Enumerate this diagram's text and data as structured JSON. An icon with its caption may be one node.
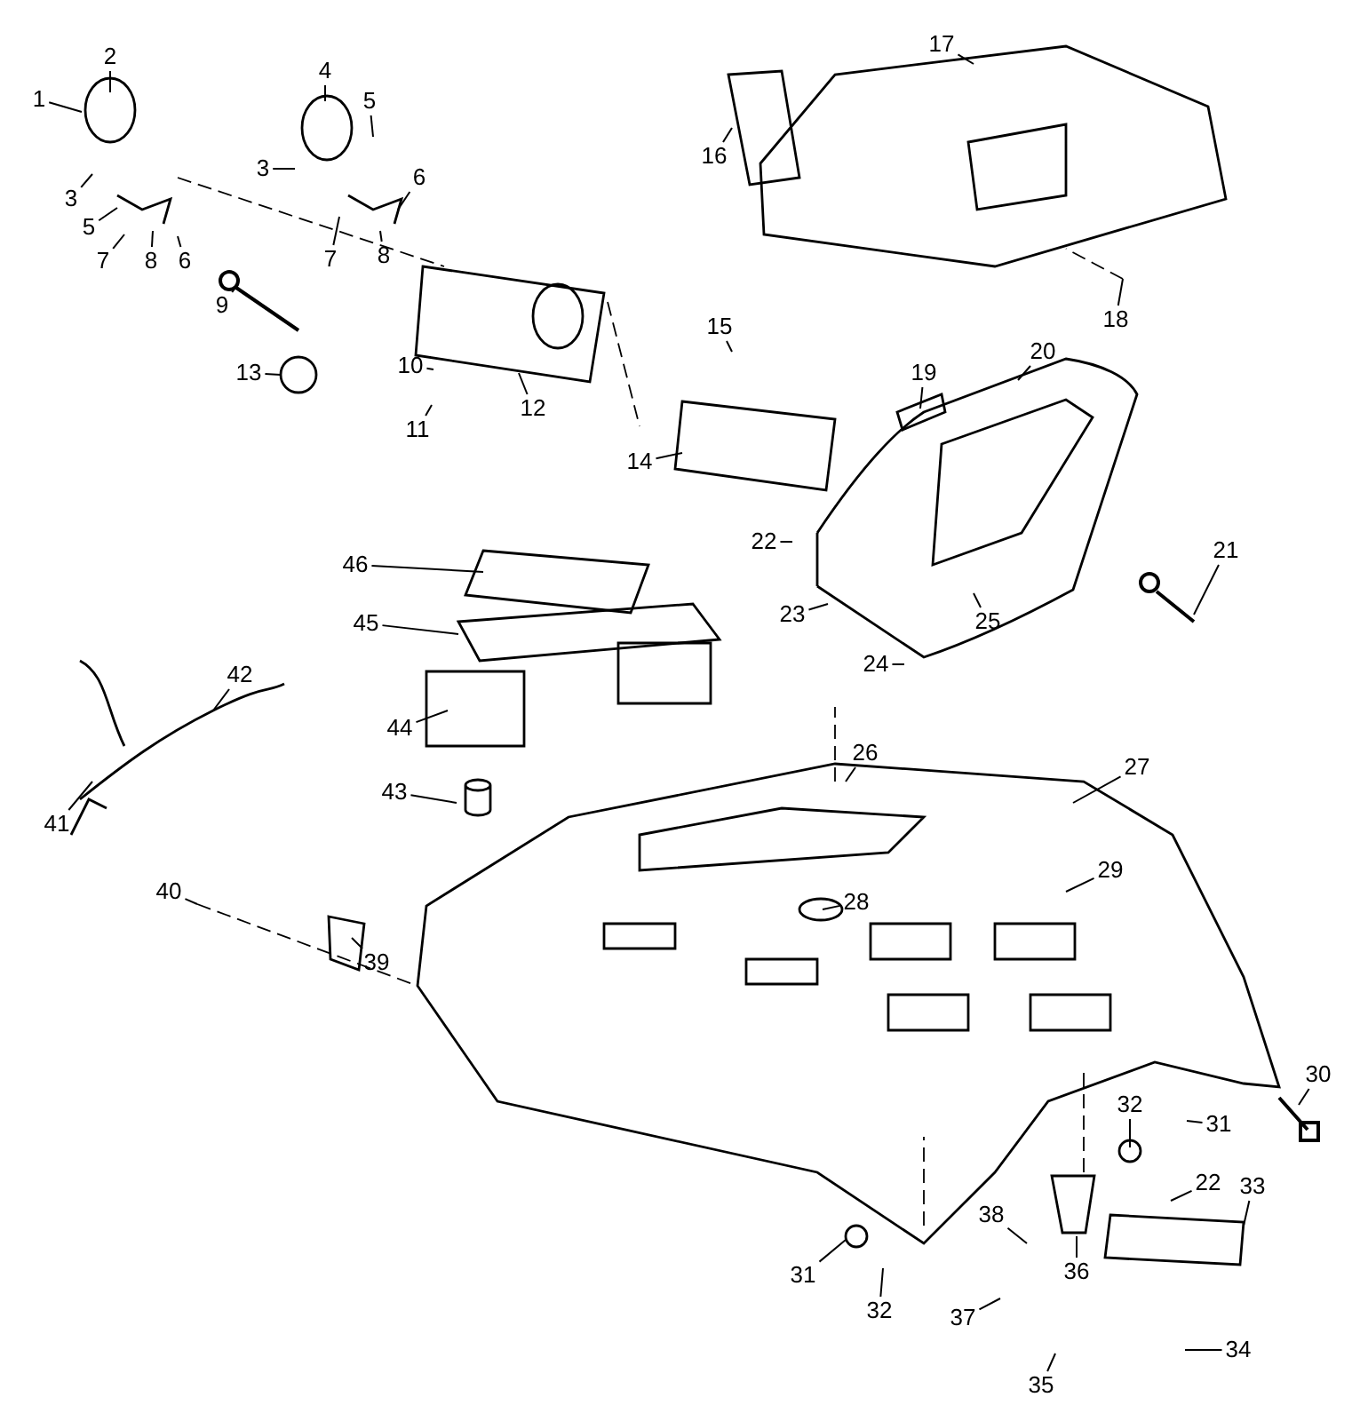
{
  "diagram": {
    "nodes": [
      {
        "text": [
          "17"
        ]
      },
      {
        "text": [
          "2"
        ]
      },
      {
        "text": [
          "4"
        ]
      },
      {
        "text": [
          "1"
        ]
      },
      {
        "text": [
          "5"
        ]
      },
      {
        "text": [
          "16"
        ]
      },
      {
        "text": [
          "3"
        ]
      },
      {
        "text": [
          "6"
        ]
      },
      {
        "text": [
          "3"
        ]
      },
      {
        "text": [
          "5"
        ]
      },
      {
        "text": [
          "7"
        ]
      },
      {
        "text": [
          "8"
        ]
      },
      {
        "text": [
          "7"
        ]
      },
      {
        "text": [
          "8"
        ]
      },
      {
        "text": [
          "6"
        ]
      },
      {
        "text": [
          "9"
        ]
      },
      {
        "text": [
          "18"
        ]
      },
      {
        "text": [
          "15"
        ]
      },
      {
        "text": [
          "20"
        ]
      },
      {
        "text": [
          "10"
        ]
      },
      {
        "text": [
          "13"
        ]
      },
      {
        "text": [
          "12"
        ]
      },
      {
        "text": [
          "19"
        ]
      },
      {
        "text": [
          "11"
        ]
      },
      {
        "text": [
          "14"
        ]
      },
      {
        "text": [
          "22"
        ]
      },
      {
        "text": [
          "21"
        ]
      },
      {
        "text": [
          "46"
        ]
      },
      {
        "text": [
          "23"
        ]
      },
      {
        "text": [
          "25"
        ]
      },
      {
        "text": [
          "45"
        ]
      },
      {
        "text": [
          "24"
        ]
      },
      {
        "text": [
          "42"
        ]
      },
      {
        "text": [
          "44"
        ]
      },
      {
        "text": [
          "26"
        ]
      },
      {
        "text": [
          "43"
        ]
      },
      {
        "text": [
          "27"
        ]
      },
      {
        "text": [
          "41"
        ]
      },
      {
        "text": [
          "29"
        ]
      },
      {
        "text": [
          "40"
        ]
      },
      {
        "text": [
          "28"
        ]
      },
      {
        "text": [
          "39"
        ]
      },
      {
        "text": [
          "30"
        ]
      },
      {
        "text": [
          "32"
        ]
      },
      {
        "text": [
          "31"
        ]
      },
      {
        "text": [
          "22"
        ]
      },
      {
        "text": [
          "33"
        ]
      },
      {
        "text": [
          "38"
        ]
      },
      {
        "text": [
          "36"
        ]
      },
      {
        "text": [
          "31"
        ]
      },
      {
        "text": [
          "32"
        ]
      },
      {
        "text": [
          "37"
        ]
      },
      {
        "text": [
          "34"
        ]
      },
      {
        "text": [
          "35"
        ]
      }
    ],
    "edges": [
      {
        "from": 0,
        "to": null,
        "arrow": "none"
      },
      {
        "from": 1,
        "to": null,
        "arrow": "none"
      },
      {
        "from": 2,
        "to": null,
        "arrow": "none"
      },
      {
        "from": 3,
        "to": null,
        "arrow": "none"
      },
      {
        "from": 4,
        "to": null,
        "arrow": "none"
      },
      {
        "from": 5,
        "to": null,
        "arrow": "none"
      },
      {
        "from": 6,
        "to": null,
        "arrow": "none"
      },
      {
        "from": 7,
        "to": null,
        "arrow": "none"
      },
      {
        "from": 8,
        "to": null,
        "arrow": "none"
      },
      {
        "from": 9,
        "to": null,
        "arrow": "none"
      },
      {
        "from": 10,
        "to": null,
        "arrow": "none"
      },
      {
        "from": 11,
        "to": null,
        "arrow": "none"
      },
      {
        "from": 12,
        "to": null,
        "arrow": "none"
      },
      {
        "from": 13,
        "to": null,
        "arrow": "none"
      },
      {
        "from": 14,
        "to": null,
        "arrow": "none"
      },
      {
        "from": 15,
        "to": null,
        "arrow": "none"
      },
      {
        "from": 16,
        "to": null,
        "arrow": "none"
      },
      {
        "from": 17,
        "to": null,
        "arrow": "none"
      },
      {
        "from": 18,
        "to": null,
        "arrow": "none"
      },
      {
        "from": 19,
        "to": null,
        "arrow": "none"
      },
      {
        "from": 20,
        "to": null,
        "arrow": "none"
      },
      {
        "from": 21,
        "to": null,
        "arrow": "none"
      },
      {
        "from": 22,
        "to": null,
        "arrow": "none"
      },
      {
        "from": 23,
        "to": null,
        "arrow": "none"
      },
      {
        "from": 24,
        "to": null,
        "arrow": "none"
      },
      {
        "from": 25,
        "to": null,
        "arrow": "none"
      },
      {
        "from": 26,
        "to": null,
        "arrow": "none"
      },
      {
        "from": 27,
        "to": null,
        "arrow": "none"
      },
      {
        "from": 28,
        "to": null,
        "arrow": "none"
      },
      {
        "from": 29,
        "to": null,
        "arrow": "none"
      },
      {
        "from": 30,
        "to": null,
        "arrow": "none"
      },
      {
        "from": 31,
        "to": null,
        "arrow": "none"
      },
      {
        "from": 32,
        "to": null,
        "arrow": "none"
      },
      {
        "from": 33,
        "to": null,
        "arrow": "none"
      },
      {
        "from": 34,
        "to": null,
        "arrow": "none"
      },
      {
        "from": 35,
        "to": null,
        "arrow": "none"
      },
      {
        "from": 36,
        "to": null,
        "arrow": "none"
      },
      {
        "from": 37,
        "to": null,
        "arrow": "none"
      },
      {
        "from": 38,
        "to": null,
        "arrow": "none"
      },
      {
        "from": 39,
        "to": null,
        "arrow": "none"
      },
      {
        "from": 40,
        "to": null,
        "arrow": "none"
      },
      {
        "from": 41,
        "to": null,
        "arrow": "none"
      },
      {
        "from": 42,
        "to": null,
        "arrow": "none"
      },
      {
        "from": 43,
        "to": null,
        "arrow": "none"
      },
      {
        "from": 44,
        "to": null,
        "arrow": "none"
      },
      {
        "from": 45,
        "to": null,
        "arrow": "none"
      },
      {
        "from": 46,
        "to": null,
        "arrow": "none"
      },
      {
        "from": 47,
        "to": null,
        "arrow": "none"
      },
      {
        "from": 48,
        "to": null,
        "arrow": "none"
      },
      {
        "from": 49,
        "to": null,
        "arrow": "none"
      },
      {
        "from": 50,
        "to": null,
        "arrow": "none"
      },
      {
        "from": 51,
        "to": null,
        "arrow": "none"
      },
      {
        "from": 52,
        "to": null,
        "arrow": "none"
      },
      {
        "from": 53,
        "to": null,
        "arrow": "none"
      }
    ]
  }
}
